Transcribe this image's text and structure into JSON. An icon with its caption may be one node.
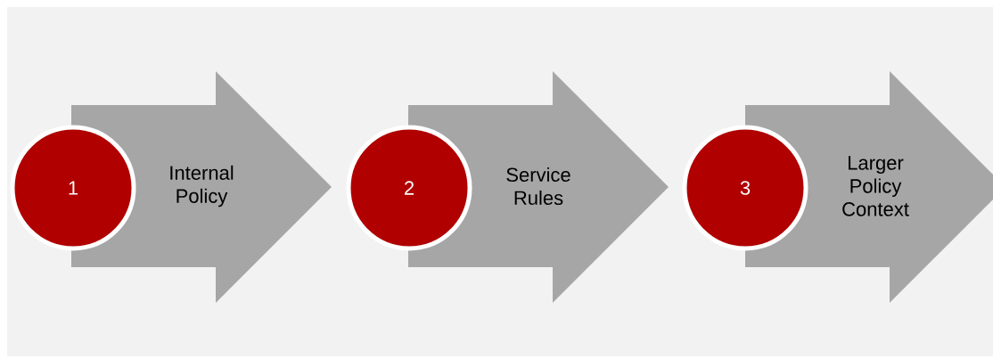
{
  "diagram": {
    "nodes": [
      {
        "text": [
          "1"
        ]
      },
      {
        "text": [
          "Internal Policy"
        ]
      },
      {
        "text": [
          "2"
        ]
      },
      {
        "text": [
          "Service Rules"
        ]
      },
      {
        "text": [
          "3"
        ]
      },
      {
        "text": [
          "Larger Policy Context"
        ]
      }
    ]
  }
}
